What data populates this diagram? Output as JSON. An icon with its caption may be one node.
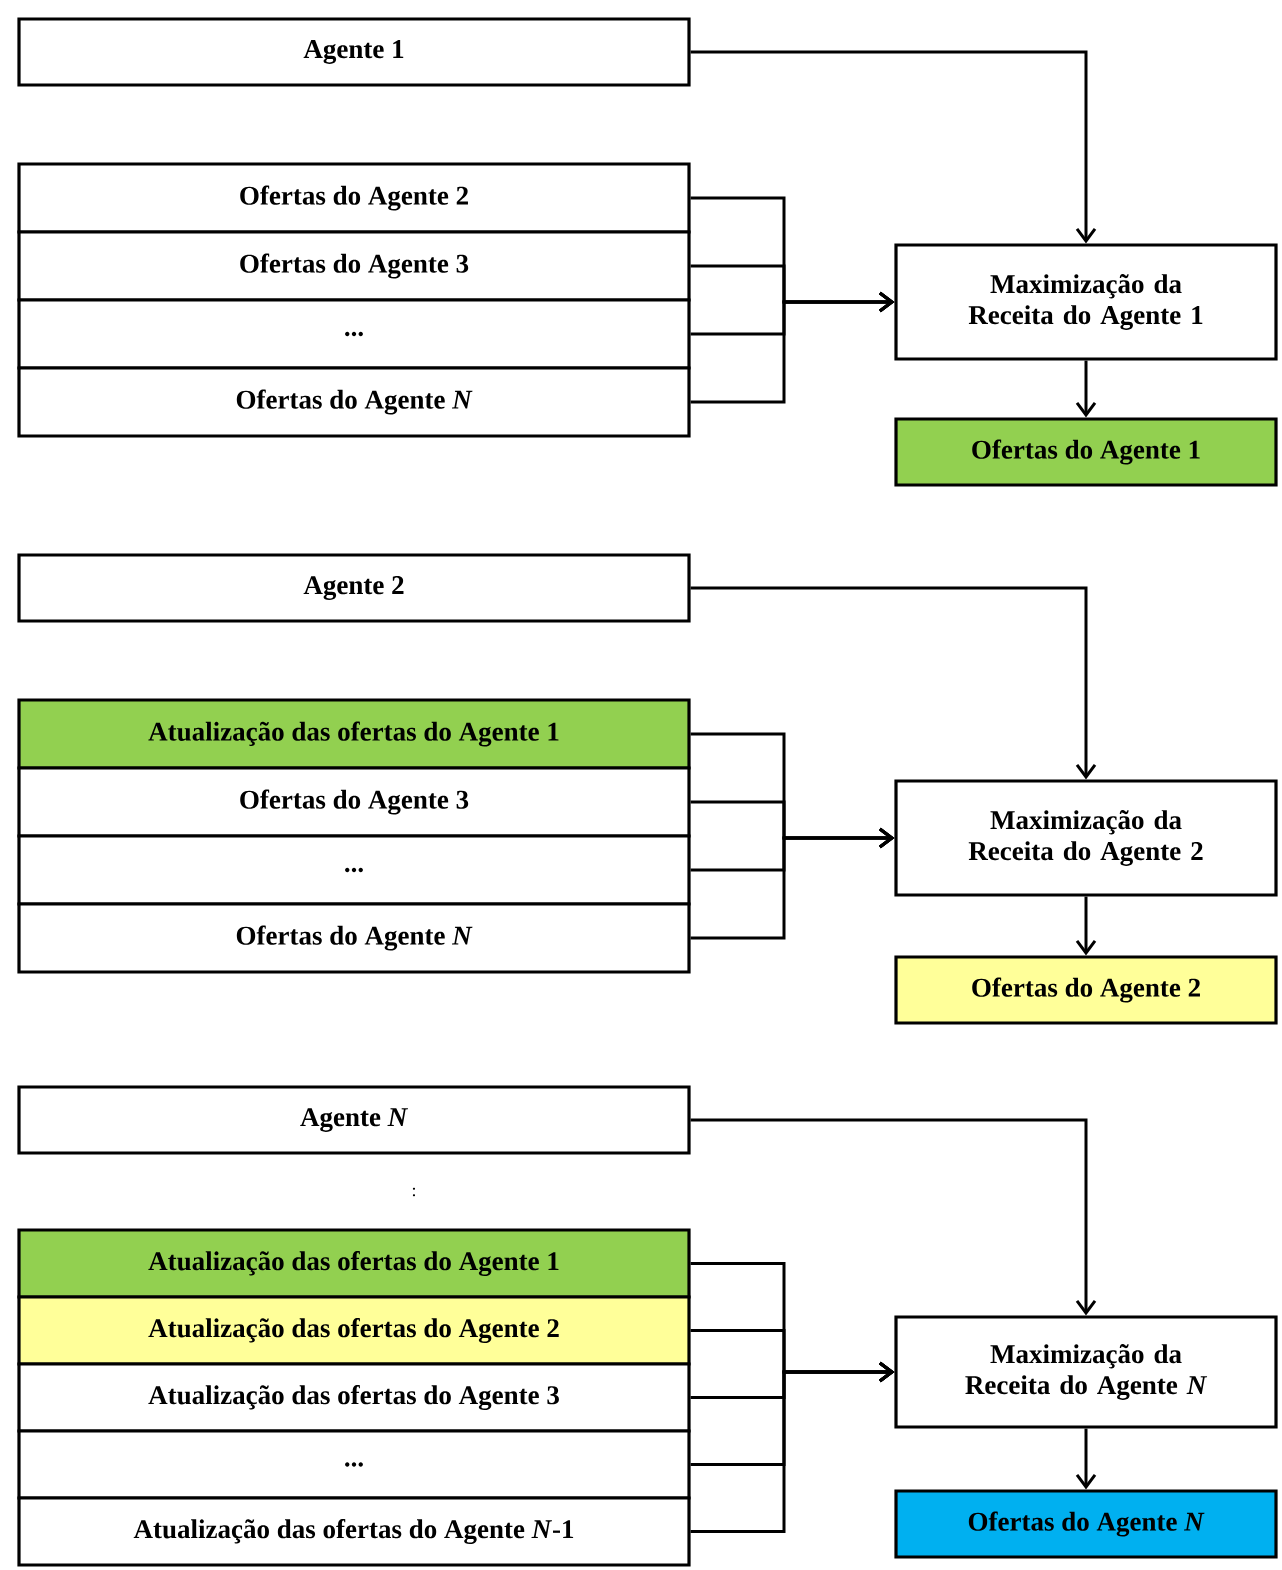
{
  "diagram": {
    "nodes": [
      {
        "text": [
          "Agente 1"
        ]
      },
      {
        "text": [
          "Ofertas do Agente 2"
        ]
      },
      {
        "text": [
          "Ofertas do Agente 3"
        ]
      },
      {
        "text": [
          "..."
        ]
      },
      {
        "text": [
          "Ofertas do Agente *N*"
        ]
      },
      {
        "text": [
          "Maximização da Receita do Agente 1"
        ]
      },
      {
        "text": [
          "Ofertas do Agente 1"
        ]
      },
      {
        "text": [
          "Agente 2"
        ]
      },
      {
        "text": [
          "Atualização das ofertas do Agente 1"
        ]
      },
      {
        "text": [
          "Ofertas do Agente 3"
        ]
      },
      {
        "text": [
          "..."
        ]
      },
      {
        "text": [
          "Ofertas do Agente *N*"
        ]
      },
      {
        "text": [
          "Maximização da Receita do Agente 2"
        ]
      },
      {
        "text": [
          "Ofertas do Agente 2"
        ]
      },
      {
        "text": [
          "Agente *N*"
        ]
      },
      {
        "text": [
          "Atualização das ofertas do Agente 1"
        ]
      },
      {
        "text": [
          "Atualização das ofertas do Agente 2"
        ]
      },
      {
        "text": [
          "Atualização das ofertas do Agente 3"
        ]
      },
      {
        "text": [
          "..."
        ]
      },
      {
        "text": [
          "Atualização das ofertas do Agente *N*-1"
        ]
      },
      {
        "text": [
          "Maximização da Receita do Agente *N*"
        ]
      },
      {
        "text": [
          "Ofertas do Agente *N*"
        ]
      }
    ],
    "edges": [
      {
        "from": 0,
        "to": 5,
        "arrow": "to"
      },
      {
        "from": 1,
        "to": 5,
        "arrow": "to"
      },
      {
        "from": 2,
        "to": 5,
        "arrow": "to"
      },
      {
        "from": 3,
        "to": 5,
        "arrow": "to"
      },
      {
        "from": 4,
        "to": 5,
        "arrow": "to"
      },
      {
        "from": 5,
        "to": 6,
        "arrow": "to"
      },
      {
        "from": 7,
        "to": 12,
        "arrow": "to"
      },
      {
        "from": 8,
        "to": 12,
        "arrow": "to"
      },
      {
        "from": 9,
        "to": 12,
        "arrow": "to"
      },
      {
        "from": 10,
        "to": 12,
        "arrow": "to"
      },
      {
        "from": 11,
        "to": 12,
        "arrow": "to"
      },
      {
        "from": 12,
        "to": 13,
        "arrow": "to"
      },
      {
        "from": 14,
        "to": 20,
        "arrow": "to"
      },
      {
        "from": 15,
        "to": 20,
        "arrow": "to"
      },
      {
        "from": 16,
        "to": 20,
        "arrow": "to"
      },
      {
        "from": 17,
        "to": 20,
        "arrow": "to"
      },
      {
        "from": 18,
        "to": 20,
        "arrow": "to"
      },
      {
        "from": 19,
        "to": 20,
        "arrow": "to"
      },
      {
        "from": 20,
        "to": 21,
        "arrow": "to"
      }
    ],
    "labels": [
      ":"
    ]
  }
}
